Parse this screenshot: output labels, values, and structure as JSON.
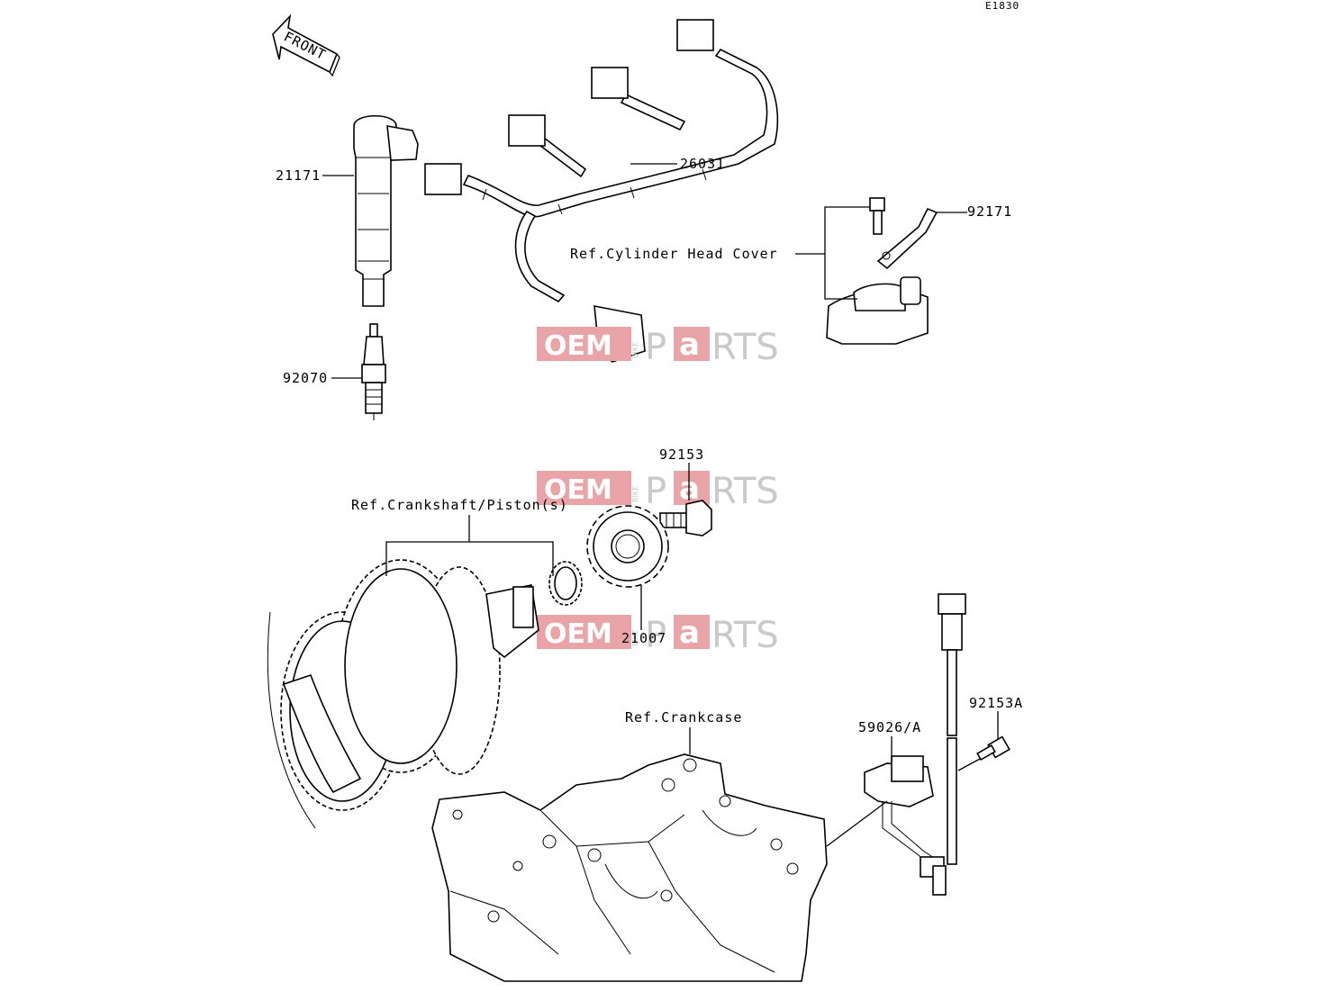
{
  "diagram_code": "E1830",
  "front_arrow": {
    "label": "FRONT"
  },
  "parts": [
    {
      "number": "21171"
    },
    {
      "number": "26031"
    },
    {
      "number": "92171"
    },
    {
      "number": "92070"
    },
    {
      "number": "92153"
    },
    {
      "number": "21007"
    },
    {
      "number": "92153A"
    },
    {
      "number": "59026/A"
    }
  ],
  "references": [
    {
      "text": "Ref.Cylinder Head Cover"
    },
    {
      "text": "Ref.Crankshaft/Piston(s)"
    },
    {
      "text": "Ref.Crankcase"
    }
  ],
  "watermark": {
    "oem": "OEM",
    "bike": "BIKE",
    "p": "P",
    "a": "a",
    "rts": "RTS"
  },
  "colors": {
    "watermark_box": "#e8a4a6",
    "watermark_gray": "#c9c9c9",
    "line": "#000000"
  }
}
